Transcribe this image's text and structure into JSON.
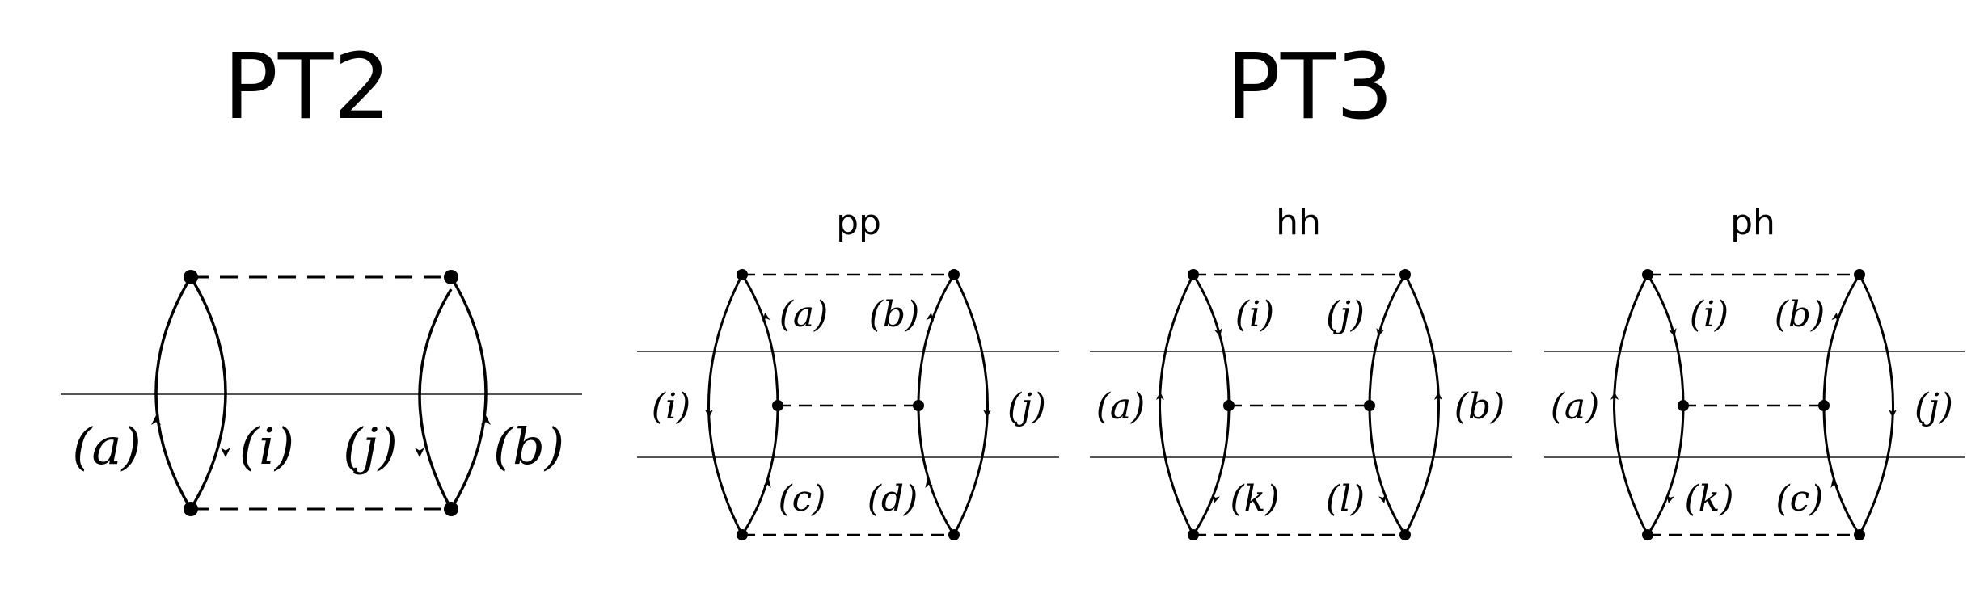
{
  "titles": {
    "pt2": "PT2",
    "pt3": "PT3"
  },
  "pt2": {
    "labels": [
      "(a)",
      "(i)",
      "(j)",
      "(b)"
    ]
  },
  "pt3": {
    "pp": {
      "name": "pp",
      "labels": [
        "(a)",
        "(b)",
        "(i)",
        "(j)",
        "(c)",
        "(d)"
      ]
    },
    "hh": {
      "name": "hh",
      "labels": [
        "(i)",
        "(j)",
        "(a)",
        "(b)",
        "(k)",
        "(l)"
      ]
    },
    "ph": {
      "name": "ph",
      "labels": [
        "(i)",
        "(b)",
        "(a)",
        "(j)",
        "(k)",
        "(c)"
      ]
    }
  }
}
